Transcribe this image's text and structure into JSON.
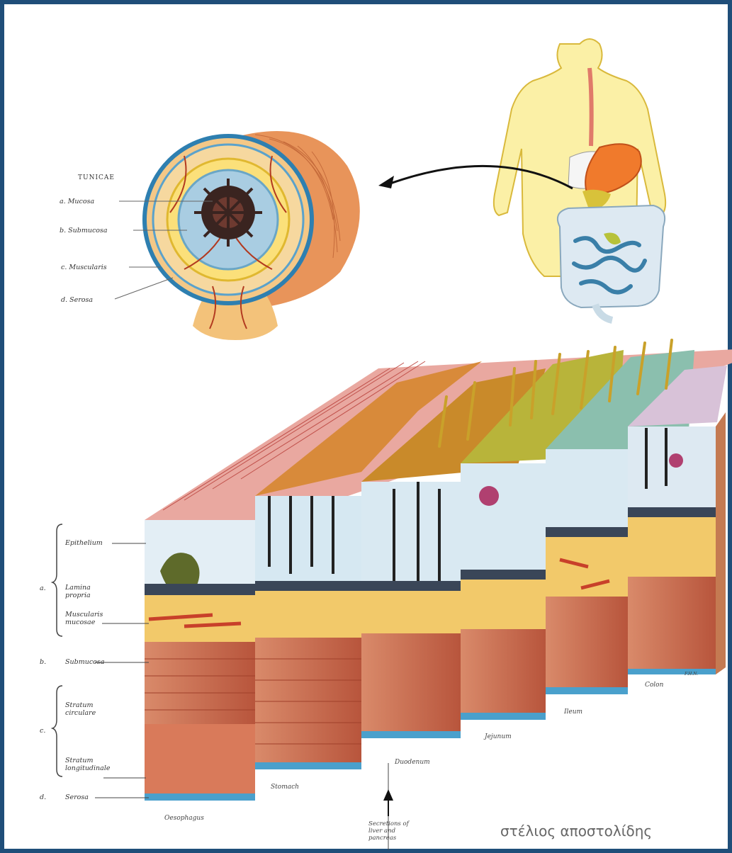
{
  "tunicae": {
    "heading": "TUNICAE",
    "labels": [
      "a. Mucosa",
      "b. Submucosa",
      "c. Muscularis",
      "d. Serosa"
    ]
  },
  "layers": {
    "a_letter": "a.",
    "epithelium": "Epithelium",
    "lamina_propria": "Lamina propria",
    "muscularis_mucosae": "Muscularis mucosae",
    "b_letter": "b.",
    "submucosa": "Submucosa",
    "c_letter": "c.",
    "stratum_circulare": "Stratum circulare",
    "stratum_longitudinale": "Stratum longitudinale",
    "d_letter": "d.",
    "serosa": "Serosa"
  },
  "segments": [
    "Oesophagus",
    "Stomach",
    "Duodenum",
    "Jejunum",
    "Ileum",
    "Colon"
  ],
  "secretions": "Secretions of liver and pancreas",
  "signature": "F.H.N.",
  "credit": "στέλιος αποστολίδης",
  "colors": {
    "frame": "#1f4e79"
  }
}
